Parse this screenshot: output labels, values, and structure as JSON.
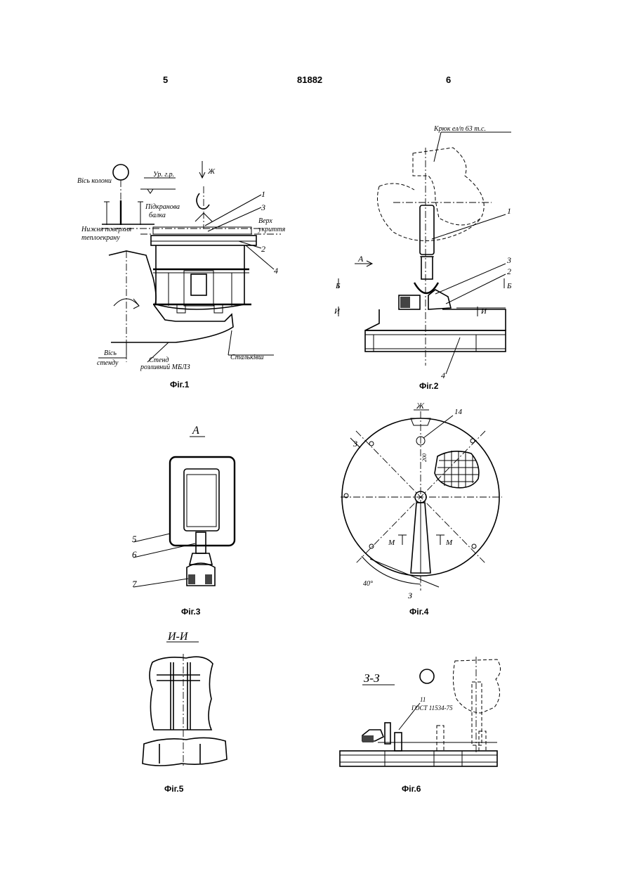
{
  "header": {
    "page_left": "5",
    "doc_number": "81882",
    "page_right": "6"
  },
  "figures": {
    "fig1": {
      "caption": "Фіг.1",
      "labels": {
        "column_axis": "Вісь колони",
        "level": "Ур. г.р.",
        "arrow": "Ж",
        "crane_beam_1": "Підкранова",
        "crane_beam_2": "балка",
        "bottom_surface_1": "Нижня поверхня",
        "bottom_surface_2": "теплоекрану",
        "top_cover_1": "Верх",
        "top_cover_2": "укриття",
        "stand_axis_1": "Вісь",
        "stand_axis_2": "стенду",
        "stand_1": "Стенд",
        "stand_2": "розливний МБЛЗ",
        "ladle": "Стальківш",
        "n1": "1",
        "n2": "2",
        "n3": "3",
        "n4": "4"
      }
    },
    "fig2": {
      "caption": "Фіг.2",
      "labels": {
        "hook": "Крюк ел/п 63 т.с.",
        "view_a": "А",
        "sec_b_left": "Б",
        "sec_b_right": "Б",
        "sec_i_left": "И",
        "sec_i_right": "И",
        "n1": "1",
        "n2": "2",
        "n3": "3",
        "n4": "4"
      }
    },
    "fig3": {
      "caption": "Фіг.3",
      "labels": {
        "title": "А",
        "n5": "5",
        "n6": "6",
        "n7": "7"
      }
    },
    "fig4": {
      "caption": "Фіг.4",
      "labels": {
        "top": "Ж",
        "n14": "14",
        "sec_z_top": "З",
        "sec_z_bottom": "З",
        "dim_200": "200",
        "sec_m_left": "М",
        "sec_m_right": "М",
        "angle": "40°"
      }
    },
    "fig5": {
      "caption": "Фіг.5",
      "labels": {
        "title": "И-И"
      }
    },
    "fig6": {
      "caption": "Фіг.6",
      "labels": {
        "title": "З-З",
        "n11": "11",
        "gost": "ГОСТ 11534-75"
      }
    }
  }
}
